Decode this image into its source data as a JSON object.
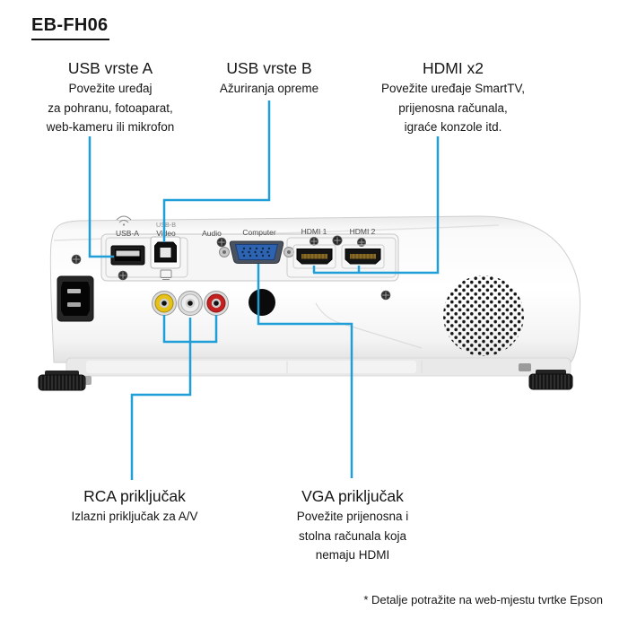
{
  "page": {
    "title": "EB-FH06",
    "footnote": "* Detalje potražite na web-mjestu tvrtke Epson"
  },
  "colors": {
    "callout_line": "#1f9ed8",
    "vga_connector": "#2d63b0",
    "rca_video": "#e6c117",
    "rca_audio_left": "#ededed",
    "rca_audio_right": "#c42020"
  },
  "callouts": [
    {
      "id": "usb-a",
      "title": "USB vrste A",
      "lines": [
        "Povežite uređaj",
        "za pohranu, fotoaparat,",
        "web-kameru ili mikrofon"
      ]
    },
    {
      "id": "usb-b",
      "title": "USB vrste B",
      "lines": [
        "Ažuriranja opreme"
      ]
    },
    {
      "id": "hdmi",
      "title": "HDMI x2",
      "lines": [
        "Povežite uređaje SmartTV,",
        "prijenosna računala,",
        "igraće konzole itd."
      ]
    },
    {
      "id": "rca",
      "title": "RCA priključak",
      "lines": [
        "Izlazni priključak za A/V"
      ]
    },
    {
      "id": "vga",
      "title": "VGA priključak",
      "lines": [
        "Povežite prijenosna i",
        "stolna računala koja",
        "nemaju HDMI"
      ]
    }
  ],
  "projector": {
    "port_labels": {
      "usb_a": "USB-A",
      "usb_b_top": "USB-B",
      "usb_b": "Video",
      "audio": "Audio",
      "computer": "Computer",
      "hdmi_1": "HDMI 1",
      "hdmi_2": "HDMI 2"
    }
  }
}
